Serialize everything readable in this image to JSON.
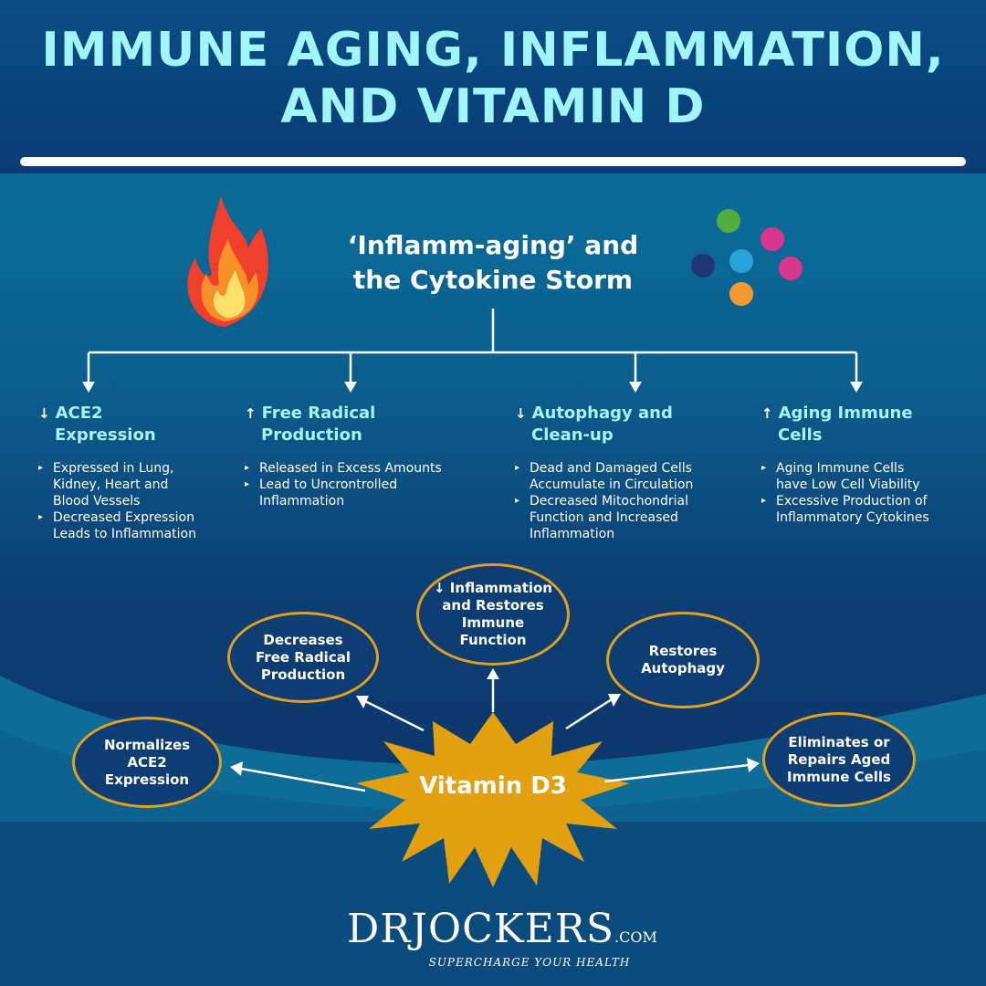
{
  "title": {
    "line1": "IMMUNE AGING, INFLAMMATION,",
    "line2": "AND VITAMIN D"
  },
  "center": {
    "line1": "‘Inflamm-aging’ and",
    "line2": "the Cytokine Storm",
    "left_icon": "fire-icon",
    "right_icon": "cytokine-dots-icon"
  },
  "columns": [
    {
      "arrow": "↓",
      "heading1": "ACE2",
      "heading2": "Expression",
      "bullets": [
        [
          "Expressed in Lung,",
          "Kidney, Heart and",
          "Blood Vessels"
        ],
        [
          "Decreased Expression",
          "Leads to Inflammation"
        ]
      ]
    },
    {
      "arrow": "↑",
      "heading1": "Free Radical",
      "heading2": "Production",
      "bullets": [
        [
          "Released in Excess Amounts"
        ],
        [
          "Lead to Uncrontrolled",
          "Inflammation"
        ]
      ]
    },
    {
      "arrow": "↓",
      "heading1": "Autophagy and",
      "heading2": "Clean-up",
      "bullets": [
        [
          "Dead and Damaged Cells",
          "Accumulate in Circulation"
        ],
        [
          "Decreased Mitochondrial",
          "Function  and Increased",
          "Inflammation"
        ]
      ]
    },
    {
      "arrow": "↑",
      "heading1": "Aging Immune",
      "heading2": "Cells",
      "bullets": [
        [
          "Aging Immune Cells",
          "have Low Cell Viability"
        ],
        [
          "Excessive Production of",
          "Inflammatory Cytokines"
        ]
      ]
    }
  ],
  "vitamin": {
    "label": "Vitamin D3",
    "bubbles": [
      {
        "lines": [
          "Normalizes",
          "ACE2",
          "Expression"
        ]
      },
      {
        "lines": [
          "Decreases",
          "Free Radical",
          "Production"
        ]
      },
      {
        "lines": [
          "↓ Inflammation",
          "and Restores",
          "Immune",
          "Function"
        ]
      },
      {
        "lines": [
          "Restores",
          "Autophagy"
        ]
      },
      {
        "lines": [
          "Eliminates or",
          "Repairs Aged",
          "Immune Cells"
        ]
      }
    ]
  },
  "logo": {
    "main": "DRJOCKERS",
    "suffix": ".COM",
    "tagline": "SUPERCHARGE YOUR HEALTH"
  },
  "colors": {
    "title": "#9ff5f7",
    "heading": "#a6f2f5",
    "bubble_border": "#e0a020",
    "starburst": "#e2a00f"
  }
}
